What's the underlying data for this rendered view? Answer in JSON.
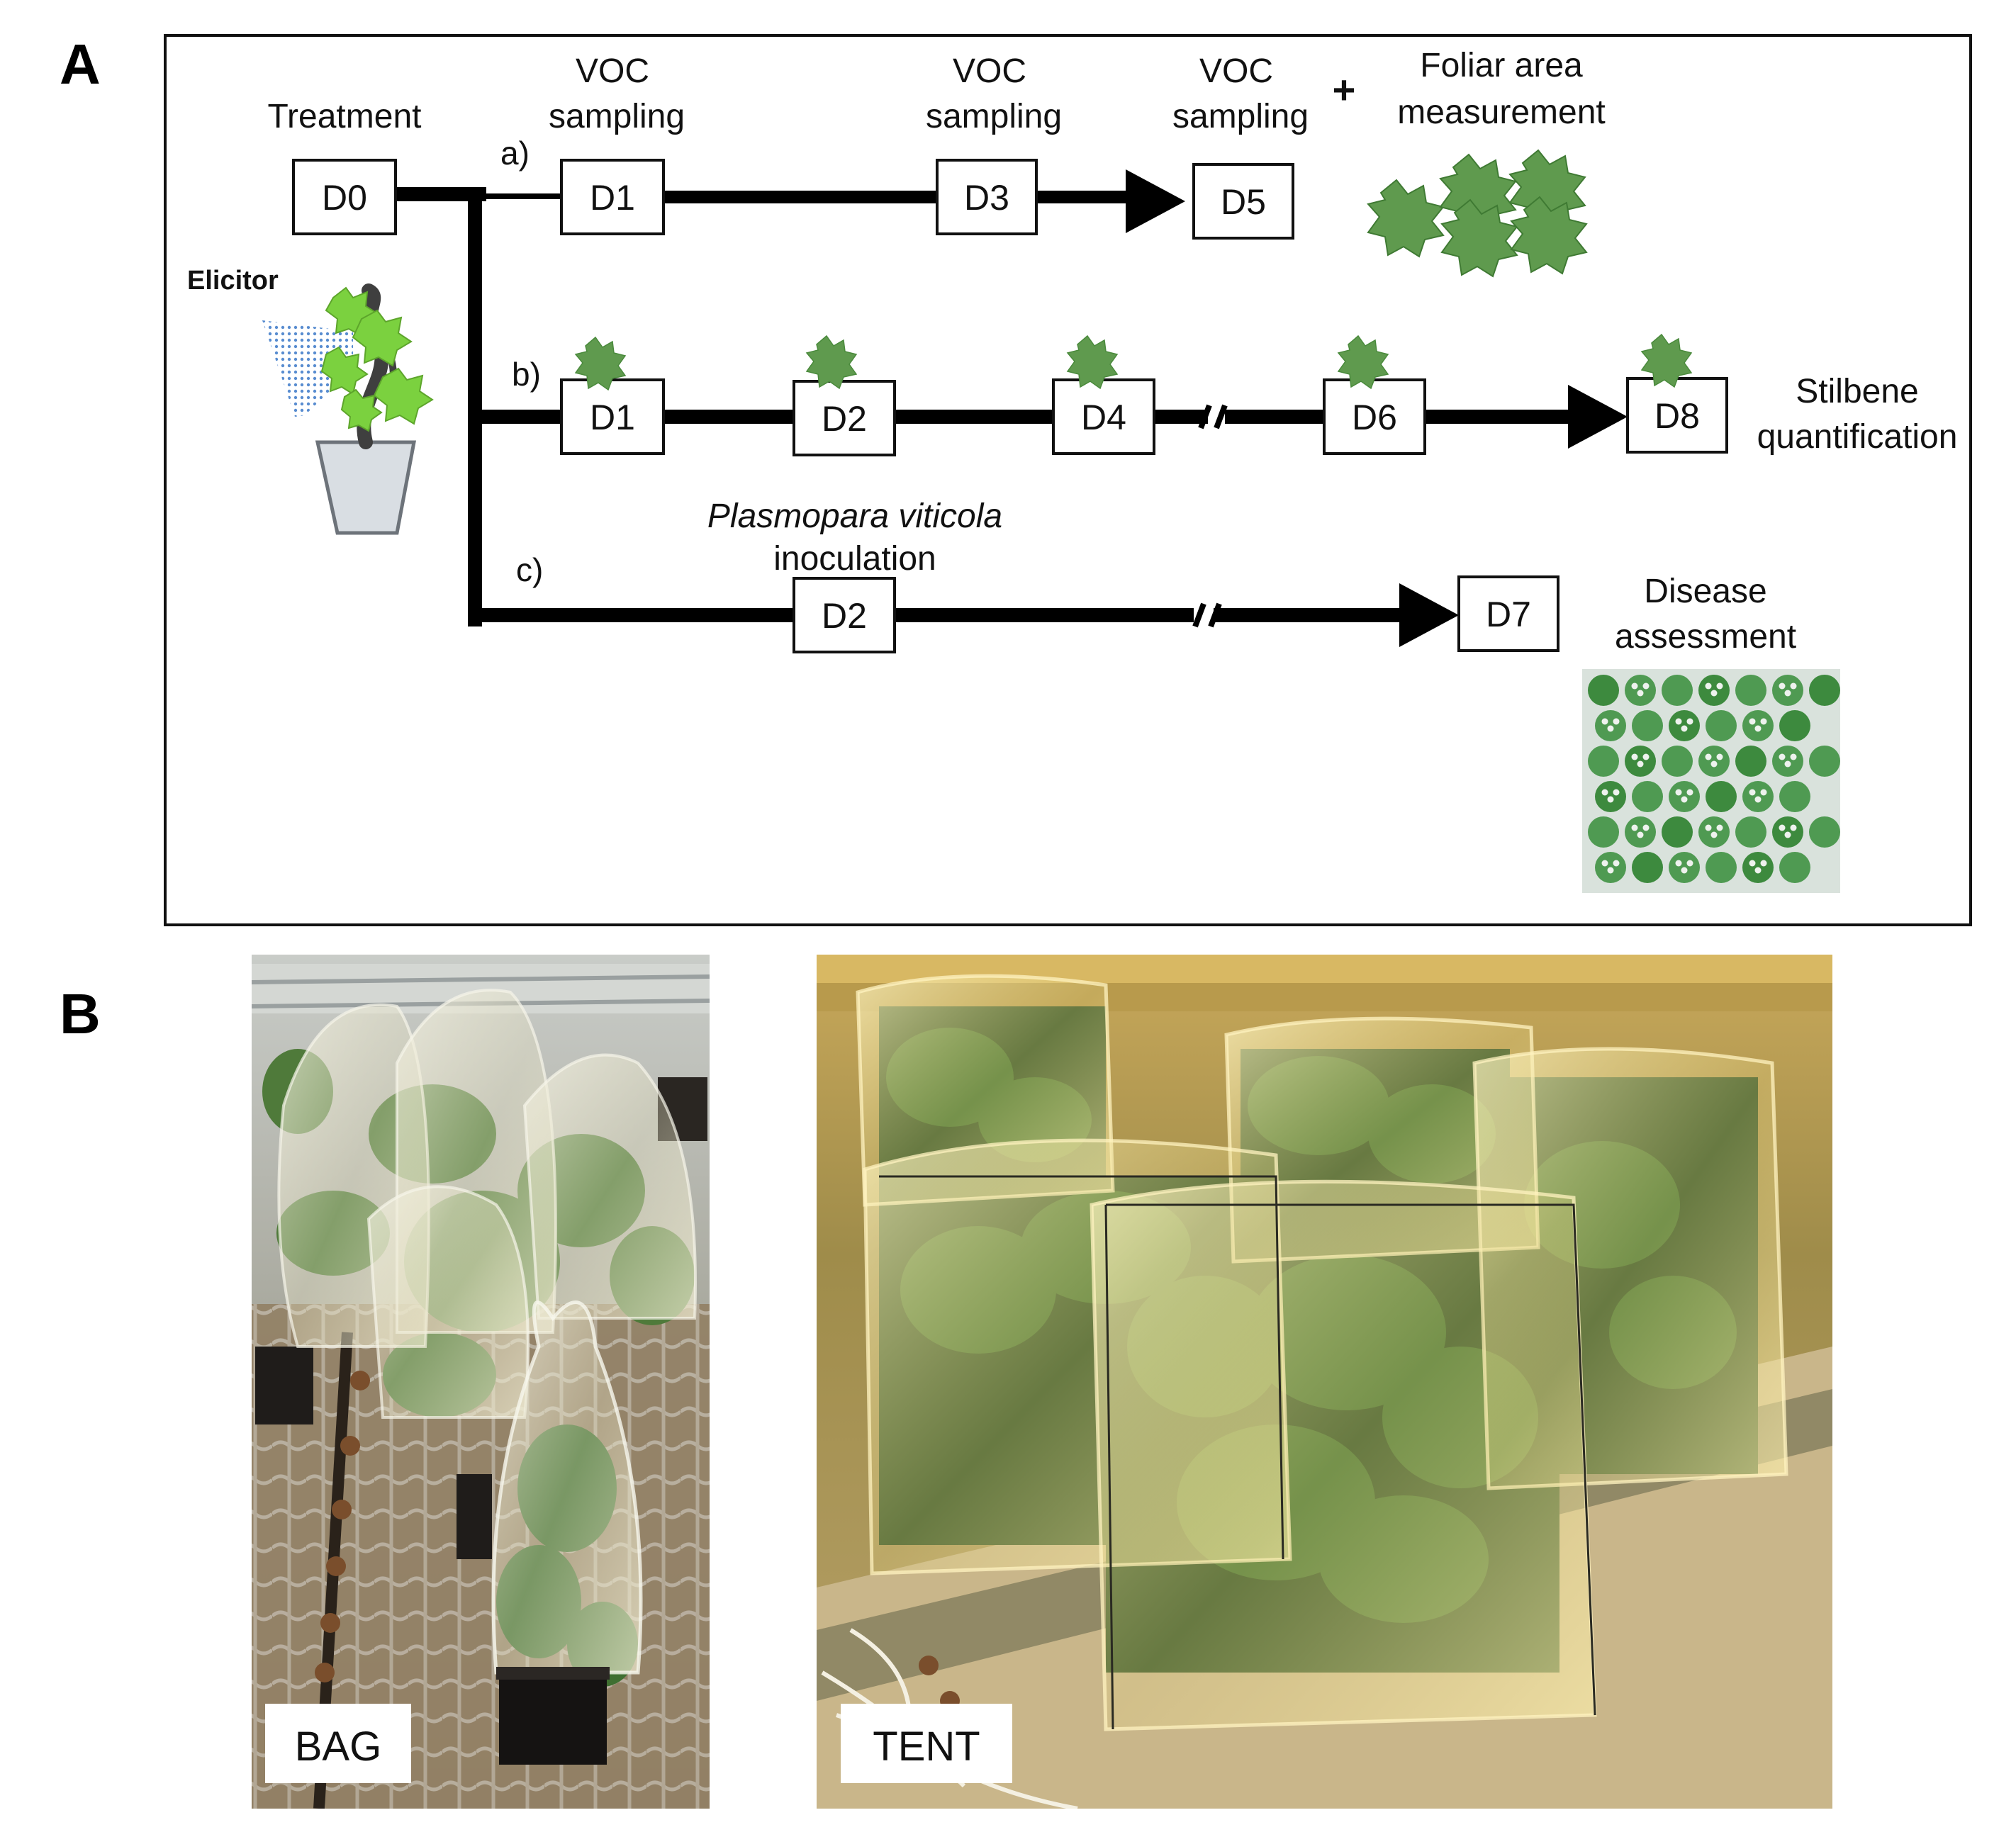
{
  "panels": {
    "a": {
      "label": "A"
    },
    "b": {
      "label": "B"
    }
  },
  "timeline": {
    "treatment": "Treatment",
    "elicitor": "Elicitor",
    "start_day": "D0",
    "branch_a": {
      "tag": "a)",
      "days": [
        "D1",
        "D3",
        "D5"
      ],
      "voc_top": "VOC",
      "voc_bottom": "sampling",
      "plus": "+",
      "foliar_top": "Foliar area",
      "foliar_bottom": "measurement"
    },
    "branch_b": {
      "tag": "b)",
      "days": [
        "D1",
        "D2",
        "D4",
        "D6",
        "D8"
      ],
      "end_top": "Stilbene",
      "end_bottom": "quantification"
    },
    "branch_c": {
      "tag": "c)",
      "days": [
        "D2",
        "D7"
      ],
      "inoc_top": "Plasmopara viticola",
      "inoc_bottom": "inoculation",
      "end_top": "Disease",
      "end_bottom": "assessment"
    }
  },
  "photos": {
    "bag_label": "BAG",
    "tent_label": "TENT"
  },
  "colors": {
    "leaf": "#5f9a4e",
    "leaf_dark": "#3f7a33",
    "bright_leaf": "#7bd13f",
    "stem": "#4a4a4a",
    "pot": "#d9dee3",
    "spray": "#3a78c8"
  }
}
